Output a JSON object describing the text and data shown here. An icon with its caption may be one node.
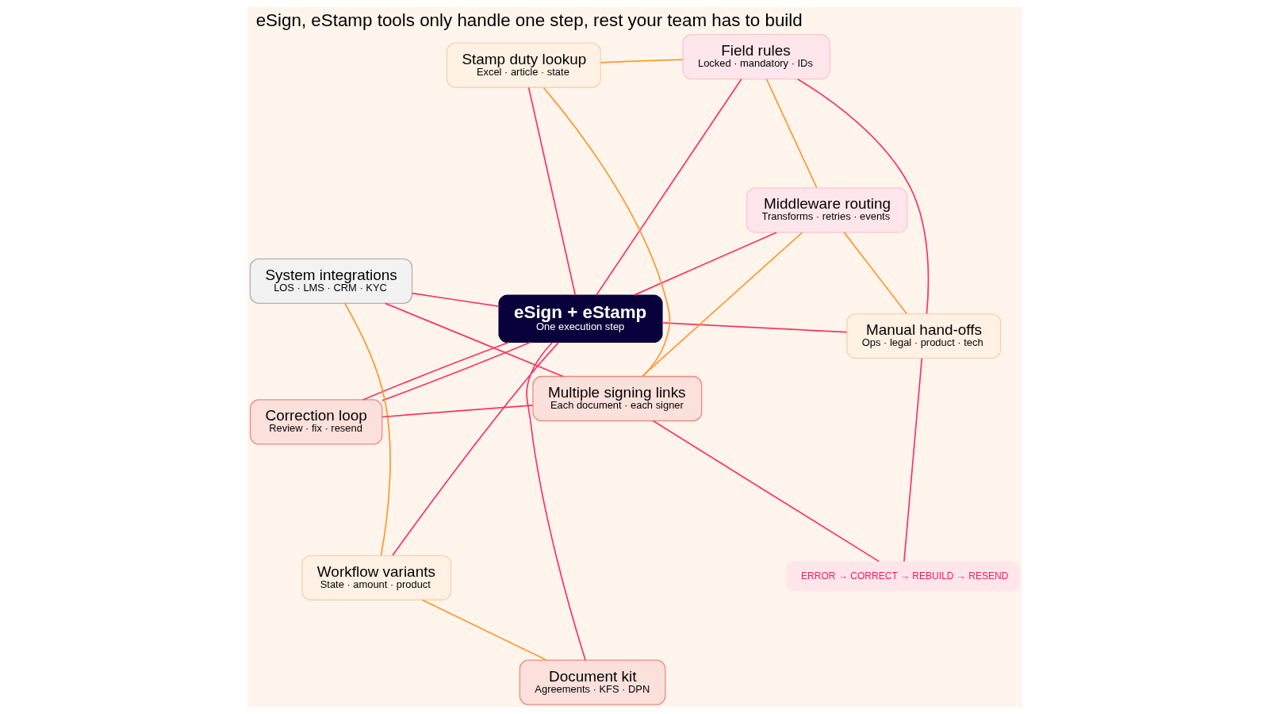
{
  "diagram": {
    "title": "eSign, eStamp tools only handle one step, rest your team has to build",
    "nodes": [
      {
        "text": [
          "eSign + eStamp",
          "One execution step"
        ]
      },
      {
        "text": [
          "Document kit",
          "Agreements · KFS · DPN"
        ]
      },
      {
        "text": [
          "Workflow variants",
          "State · amount · product"
        ]
      },
      {
        "text": [
          "System integrations",
          "LOS · LMS · CRM · KYC"
        ]
      },
      {
        "text": [
          "Field rules",
          "Locked · mandatory · IDs"
        ]
      },
      {
        "text": [
          "Stamp duty lookup",
          "Excel · article · state"
        ]
      },
      {
        "text": [
          "Correction loop",
          "Review · fix · resend"
        ]
      },
      {
        "text": [
          "Manual hand-offs",
          "Ops · legal · product · tech"
        ]
      },
      {
        "text": [
          "Middleware routing",
          "Transforms · retries · events"
        ]
      },
      {
        "text": [
          "Multiple signing links",
          "Each document · each signer"
        ]
      },
      {
        "text": [
          "ERROR → CORRECT → REBUILD → RESEND"
        ]
      }
    ],
    "edges": [
      {
        "from": 1,
        "to": 0,
        "arrow": "none"
      },
      {
        "from": 1,
        "to": 2,
        "arrow": "none",
        "color": "#ff9933"
      },
      {
        "from": 2,
        "to": 3,
        "arrow": "none",
        "color": "#ff9933"
      },
      {
        "from": 2,
        "to": 0,
        "arrow": "none"
      },
      {
        "from": 3,
        "to": 0,
        "arrow": "none"
      },
      {
        "from": 3,
        "to": 9,
        "arrow": "none"
      },
      {
        "from": 4,
        "to": 0,
        "arrow": "none"
      },
      {
        "from": 4,
        "to": 5,
        "arrow": "none",
        "color": "#ff9933"
      },
      {
        "from": 4,
        "to": 7,
        "arrow": "none"
      },
      {
        "from": 4,
        "to": 8,
        "arrow": "none",
        "color": "#ff9933"
      },
      {
        "from": 5,
        "to": 0,
        "arrow": "none"
      },
      {
        "from": 5,
        "to": 9,
        "arrow": "none",
        "color": "#ff9933"
      },
      {
        "from": 0,
        "to": 6,
        "arrow": "none"
      },
      {
        "from": 0,
        "to": 6,
        "arrow": "none"
      },
      {
        "from": 6,
        "to": 9,
        "arrow": "none"
      },
      {
        "from": 0,
        "to": 7,
        "arrow": "none"
      },
      {
        "from": 0,
        "to": 8,
        "arrow": "none"
      },
      {
        "from": 7,
        "to": 8,
        "arrow": "none",
        "color": "#ff9933"
      },
      {
        "from": 8,
        "to": 9,
        "arrow": "none",
        "color": "#ff9933"
      },
      {
        "from": 7,
        "to": 10,
        "arrow": "none"
      },
      {
        "from": 10,
        "to": 9,
        "arrow": "none"
      }
    ]
  }
}
